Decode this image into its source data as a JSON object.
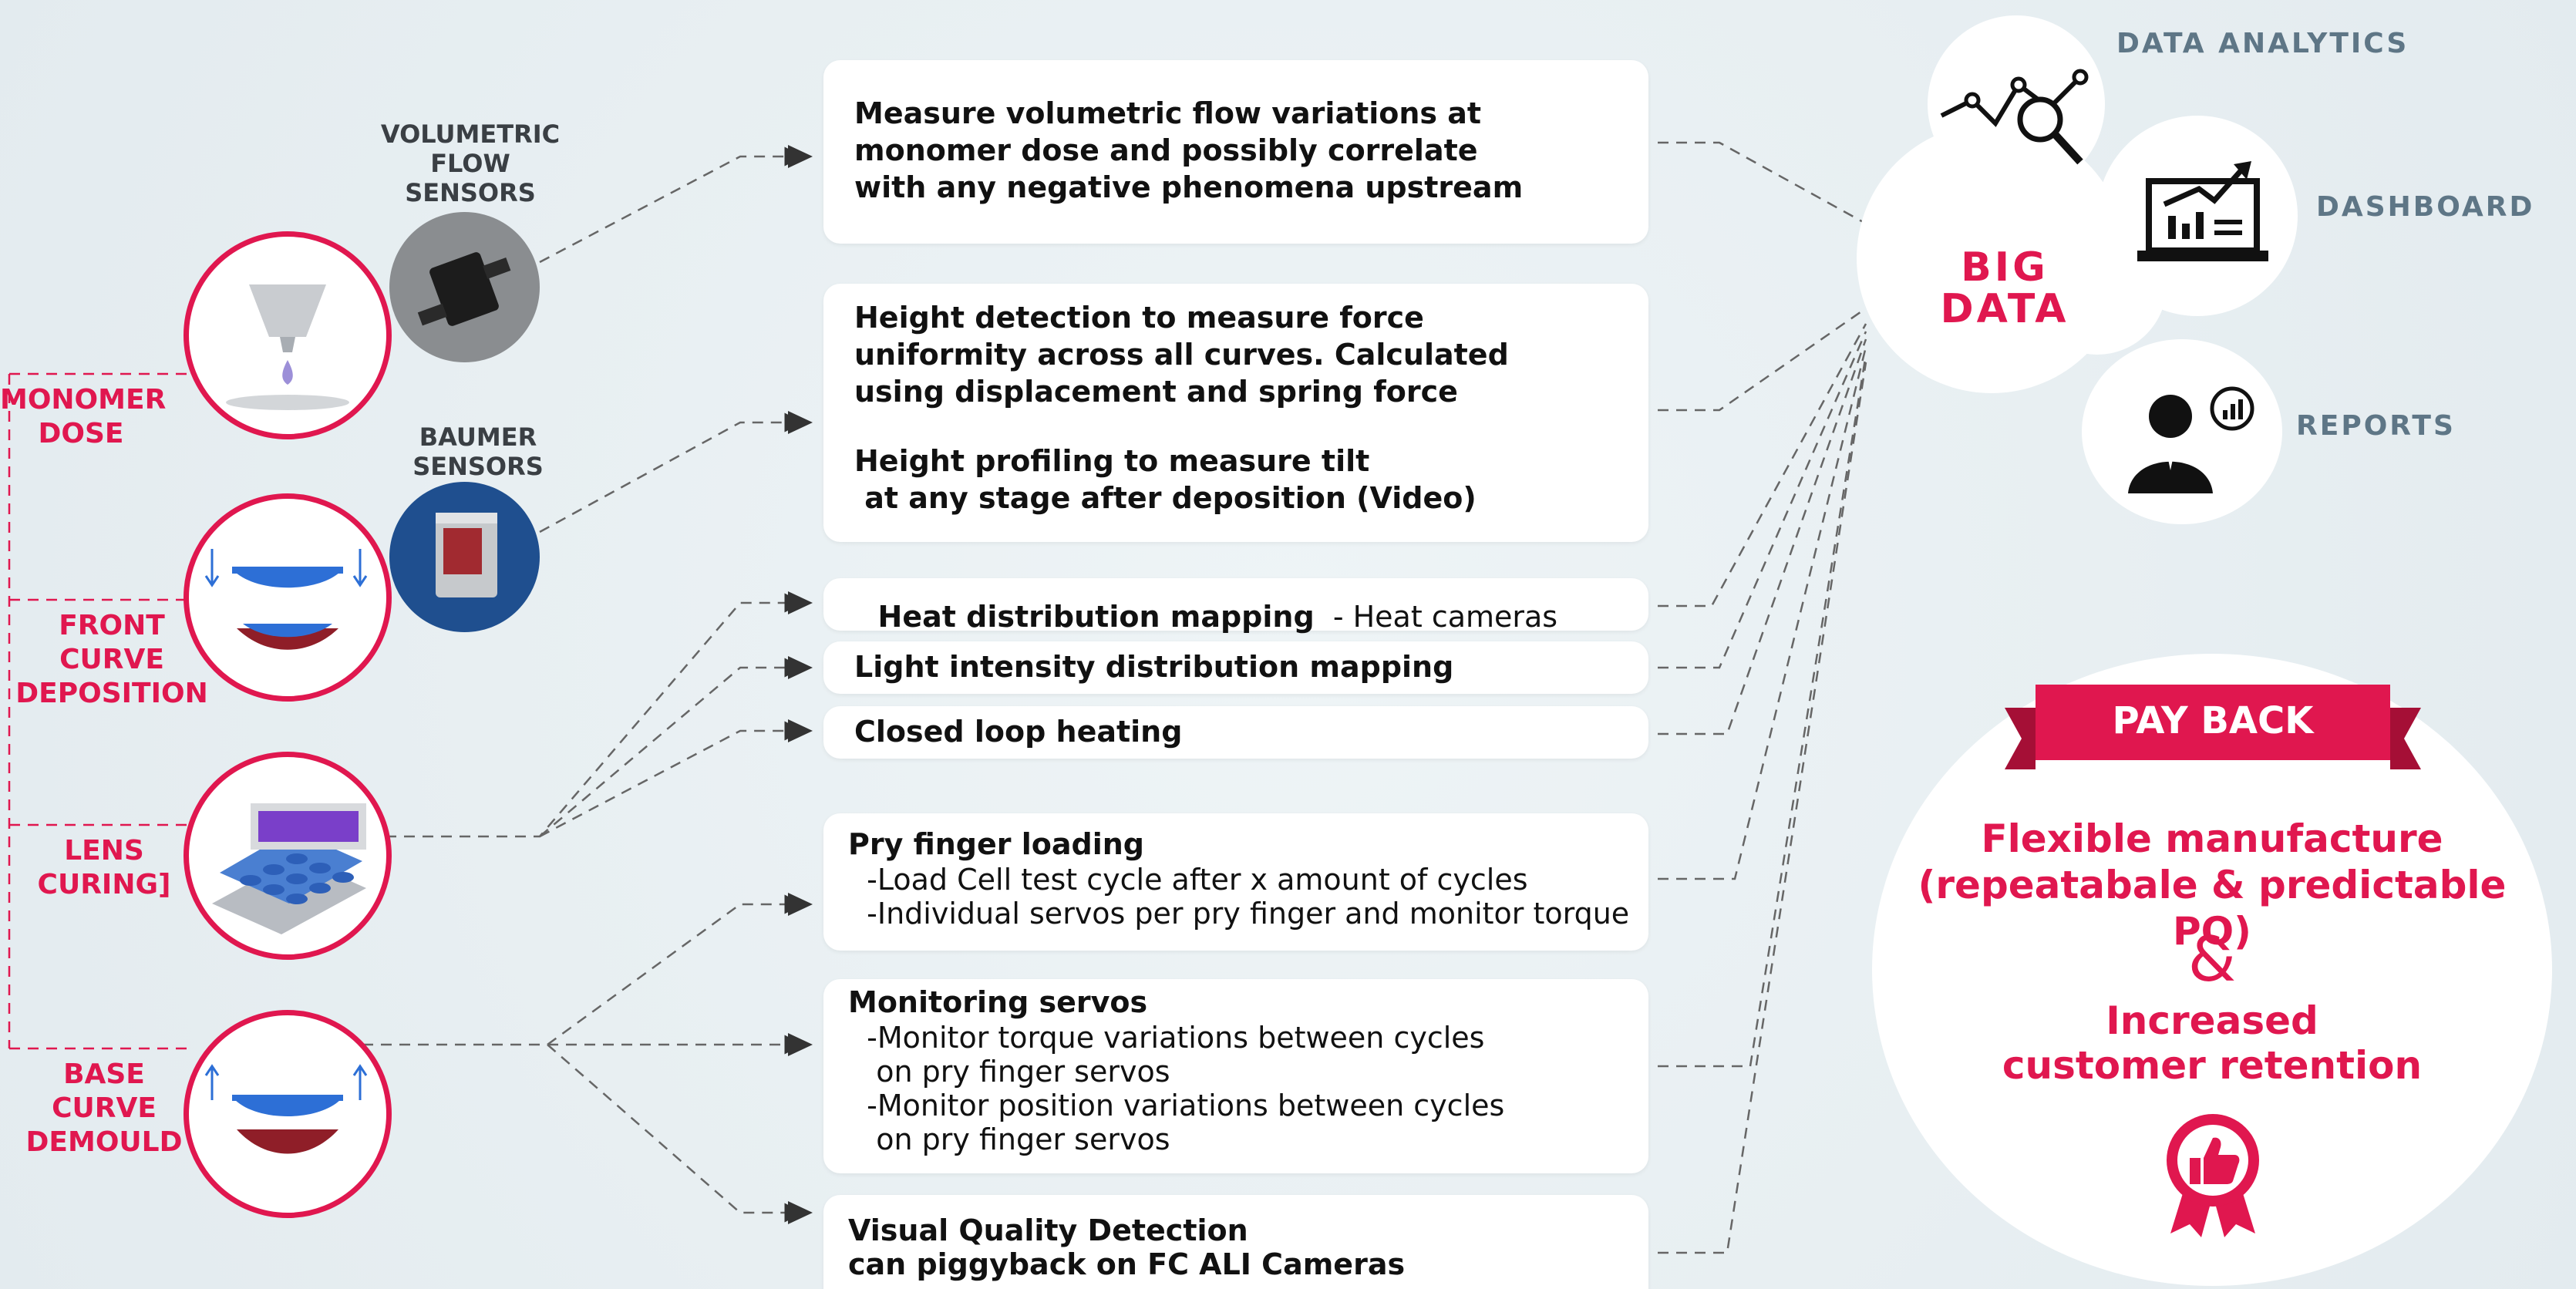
{
  "stages": [
    {
      "label": "MONOMER\nDOSE"
    },
    {
      "label": "FRONT\nCURVE\nDEPOSITION"
    },
    {
      "label": "LENS\nCURING]"
    },
    {
      "label": "BASE\nCURVE\nDEMOULD"
    }
  ],
  "sensors": {
    "volumetric": "VOLUMETRIC\nFLOW\nSENSORS",
    "baumer": "BAUMER\nSENSORS"
  },
  "cards": {
    "flow": {
      "lines": [
        "Measure volumetric flow variations at",
        "monomer dose and possibly correlate",
        "with any negative phenomena upstream"
      ]
    },
    "height": {
      "lines_a": [
        "Height detection to measure force",
        "uniformity across all curves. Calculated",
        "using displacement and spring force"
      ],
      "lines_b": [
        "Height profiling to measure tilt",
        " at any stage after deposition (Video)"
      ]
    },
    "heat": {
      "bold": "Heat distribution mapping",
      "normal": "  - Heat cameras"
    },
    "light": {
      "bold": "Light intensity distribution mapping"
    },
    "closed": {
      "bold": "Closed loop heating"
    },
    "pry": {
      "title": "Pry finger loading",
      "lines": [
        "  -Load Cell test cycle after x amount of cycles",
        "  -Individual servos per pry finger and monitor torque"
      ]
    },
    "servos": {
      "title": "Monitoring servos",
      "lines": [
        "  -Monitor torque variations between cycles",
        "   on pry finger servos",
        "  -Monitor position variations between cycles",
        "   on pry finger servos"
      ]
    },
    "visual": {
      "lines": [
        "Visual Quality Detection",
        "can piggyback on FC ALI Cameras"
      ]
    }
  },
  "bigdata": {
    "label": "BIG\nDATA",
    "tools": {
      "analytics": "DATA ANALYTICS",
      "dashboard": "DASHBOARD",
      "reports": "REPORTS"
    }
  },
  "payback": {
    "banner": "PAY BACK",
    "line1": "Flexible manufacture",
    "line2": "(repeatabale & predictable PQ)",
    "amp": "&",
    "line3": "Increased",
    "line4": "customer retention"
  },
  "colors": {
    "accent": "#e0174f",
    "tool_label": "#5e7686",
    "background": "#e8eff2"
  },
  "icons": [
    "line-graph-magnifier-icon",
    "laptop-dashboard-icon",
    "person-report-icon",
    "thumbs-up-award-icon"
  ]
}
